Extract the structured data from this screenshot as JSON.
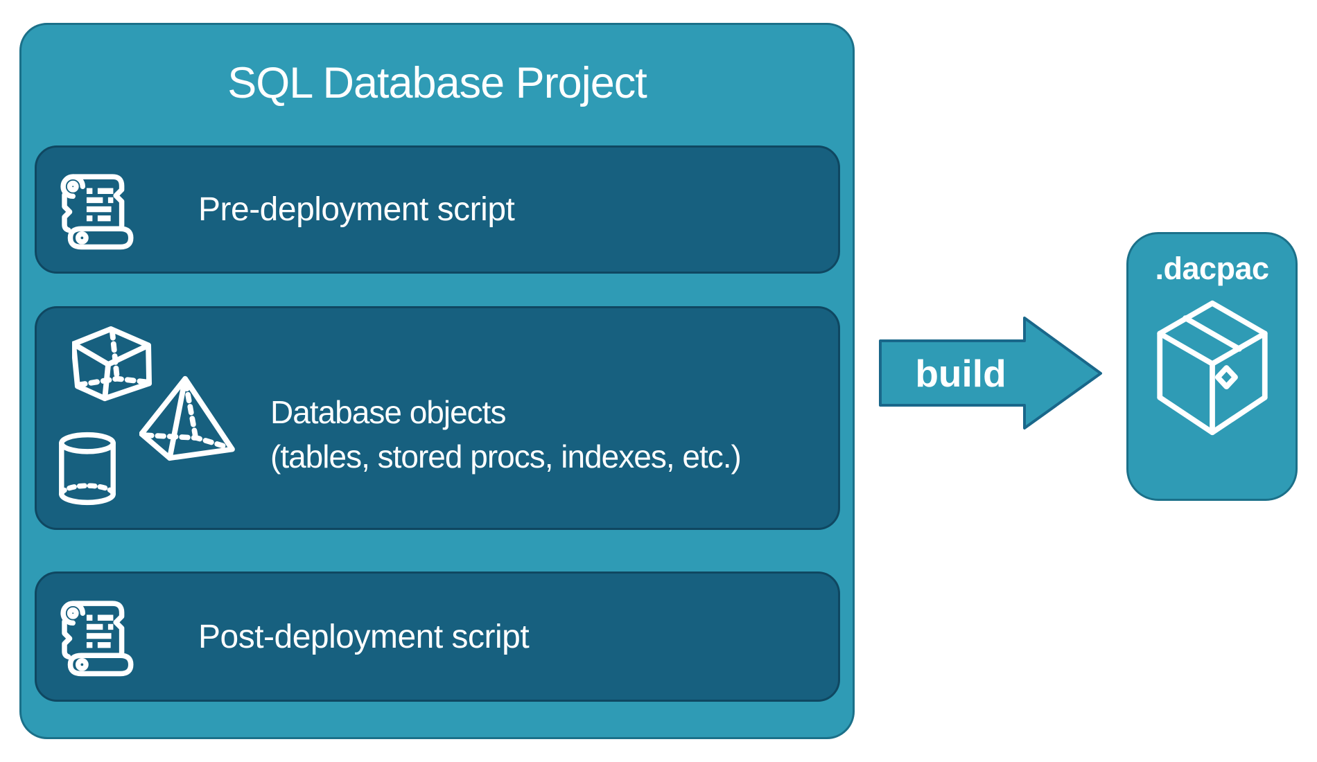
{
  "project": {
    "title": "SQL Database Project",
    "items": [
      {
        "icon": "scroll-icon",
        "label": "Pre-deployment script"
      },
      {
        "icon": "shapes-icons",
        "label": "Database objects",
        "sublabel": "(tables, stored procs, indexes, etc.)"
      },
      {
        "icon": "scroll-icon",
        "label": "Post-deployment script"
      }
    ]
  },
  "arrow": {
    "label": "build"
  },
  "output": {
    "label": ".dacpac",
    "icon": "package-icon"
  },
  "colors": {
    "container_fill": "#2F9BB5",
    "container_border": "#1B7089",
    "item_fill": "#17607F",
    "item_border": "#0F4761",
    "arrow_fill": "#2F9BB5",
    "arrow_border": "#19678A",
    "text": "#FFFFFF",
    "page_background": "#FFFFFF"
  }
}
